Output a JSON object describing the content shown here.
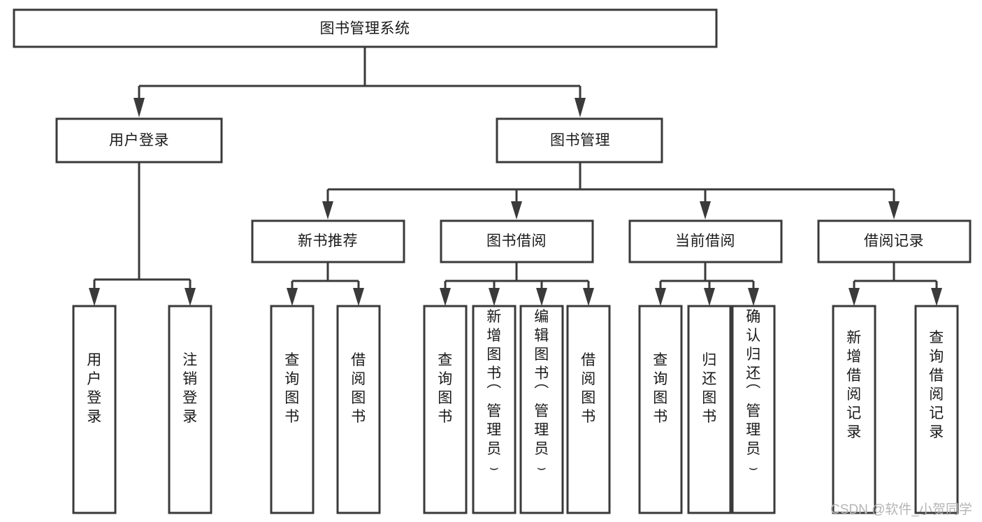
{
  "diagram": {
    "type": "tree-hierarchy",
    "title": "图书管理系统",
    "watermark": "CSDN @软件_小贺同学",
    "colors": {
      "stroke": "#3a3a3a",
      "fill": "#ffffff",
      "text": "#1a1a1a",
      "watermark": "#b5b5b5",
      "background": "#ffffff"
    },
    "levels": {
      "root": {
        "label": "图书管理系统"
      },
      "level2": [
        {
          "id": "user-login",
          "label": "用户登录"
        },
        {
          "id": "book-management",
          "label": "图书管理"
        }
      ],
      "level3": [
        {
          "id": "new-book-recommend",
          "label": "新书推荐",
          "parent": "book-management"
        },
        {
          "id": "book-borrow",
          "label": "图书借阅",
          "parent": "book-management"
        },
        {
          "id": "current-borrow",
          "label": "当前借阅",
          "parent": "book-management"
        },
        {
          "id": "borrow-record",
          "label": "借阅记录",
          "parent": "book-management"
        }
      ],
      "leaves": [
        {
          "id": "leaf-user-login",
          "label": "用户登录",
          "parent": "user-login"
        },
        {
          "id": "leaf-user-logout",
          "label": "注销登录",
          "parent": "user-login"
        },
        {
          "id": "leaf-query-book-1",
          "label": "查询图书",
          "parent": "new-book-recommend"
        },
        {
          "id": "leaf-borrow-book-1",
          "label": "借阅图书",
          "parent": "new-book-recommend"
        },
        {
          "id": "leaf-query-book-2",
          "label": "查询图书",
          "parent": "book-borrow"
        },
        {
          "id": "leaf-add-book",
          "label": "新增图书（管理员）",
          "parent": "book-borrow"
        },
        {
          "id": "leaf-edit-book",
          "label": "编辑图书（管理员）",
          "parent": "book-borrow"
        },
        {
          "id": "leaf-borrow-book-2",
          "label": "借阅图书",
          "parent": "book-borrow"
        },
        {
          "id": "leaf-query-book-3",
          "label": "查询图书",
          "parent": "current-borrow"
        },
        {
          "id": "leaf-return-book",
          "label": "归还图书",
          "parent": "current-borrow"
        },
        {
          "id": "leaf-confirm-return",
          "label": "确认归还（管理员）",
          "parent": "current-borrow"
        },
        {
          "id": "leaf-add-record",
          "label": "新增借阅记录",
          "parent": "borrow-record"
        },
        {
          "id": "leaf-query-record",
          "label": "查询借阅记录",
          "parent": "borrow-record"
        }
      ]
    }
  }
}
